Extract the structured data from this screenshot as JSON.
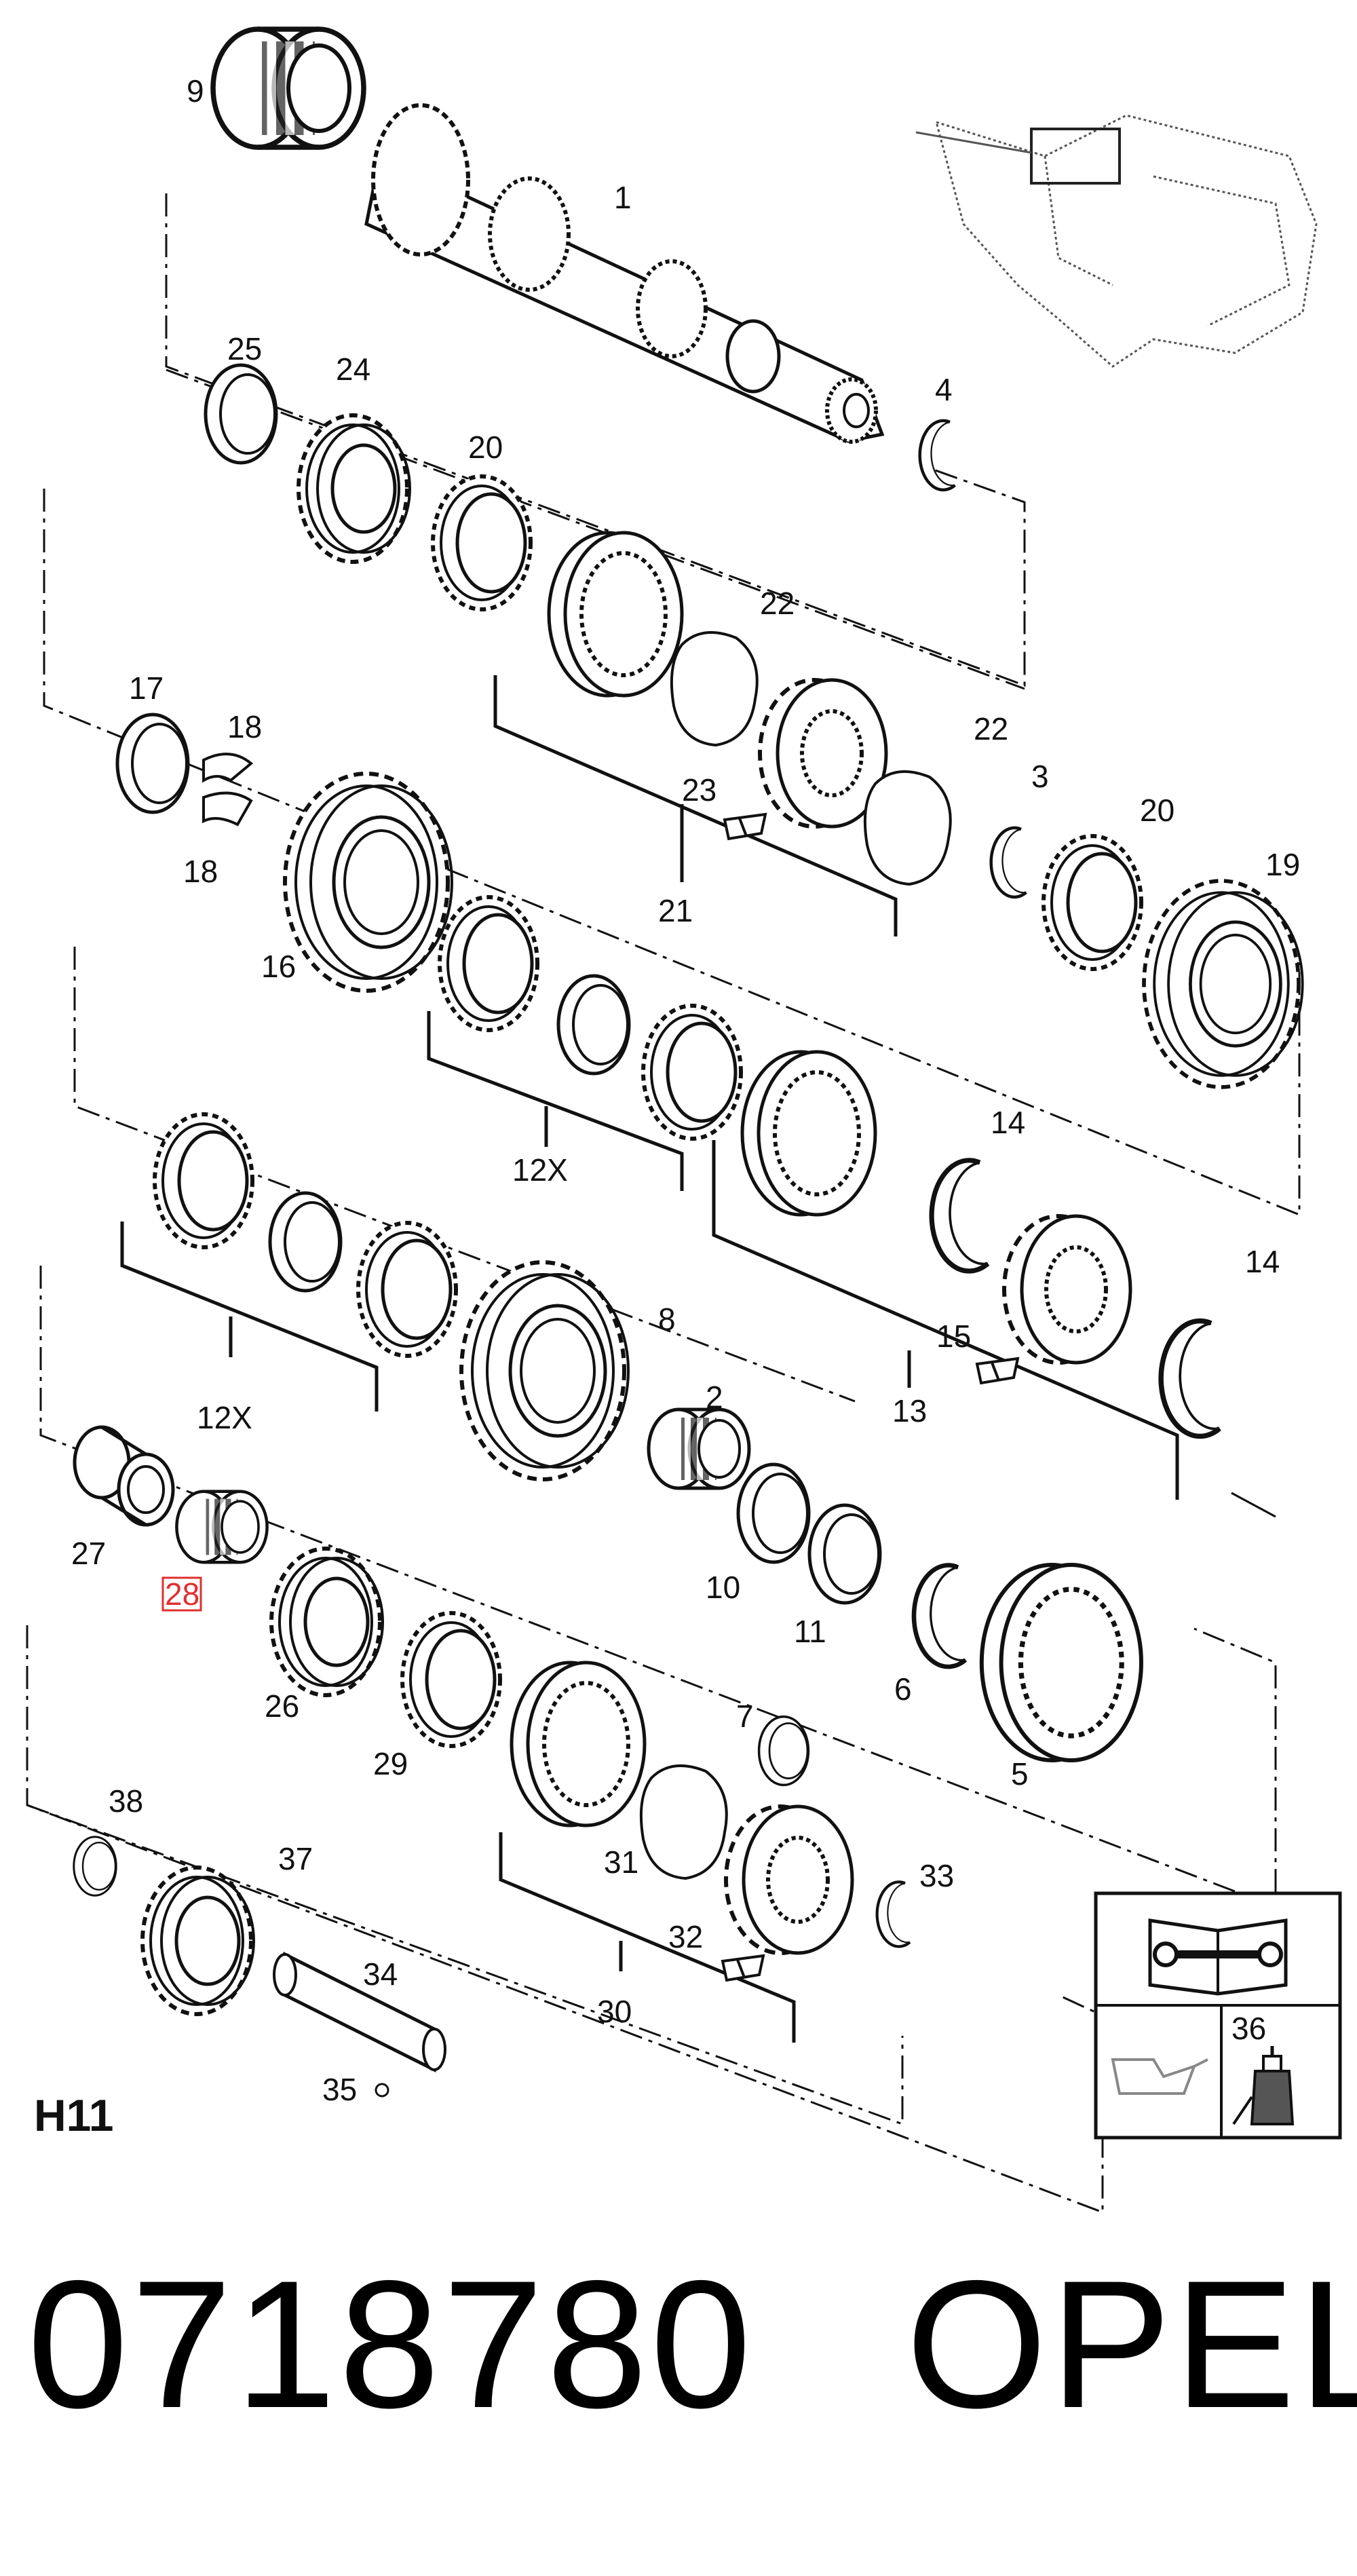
{
  "section_code": "H11",
  "part_number": "0718780",
  "brand": "OPEL",
  "highlighted_callout": "28",
  "colors": {
    "ink": "#111111",
    "highlight": "#e03030",
    "paper": "#ffffff"
  },
  "callouts": [
    "9",
    "1",
    "25",
    "24",
    "20",
    "4",
    "22",
    "17",
    "18",
    "18",
    "23",
    "22",
    "3",
    "20",
    "19",
    "16",
    "21",
    "12X",
    "14",
    "14",
    "8",
    "15",
    "13",
    "12X",
    "2",
    "27",
    "28",
    "10",
    "11",
    "6",
    "26",
    "29",
    "5",
    "7",
    "38",
    "37",
    "31",
    "33",
    "32",
    "34",
    "30",
    "35",
    "36"
  ],
  "icons": {
    "manual": "service-manual-wrench-icon",
    "oil": "oil-can-icon",
    "sealant": "sealant-bottle-icon"
  }
}
